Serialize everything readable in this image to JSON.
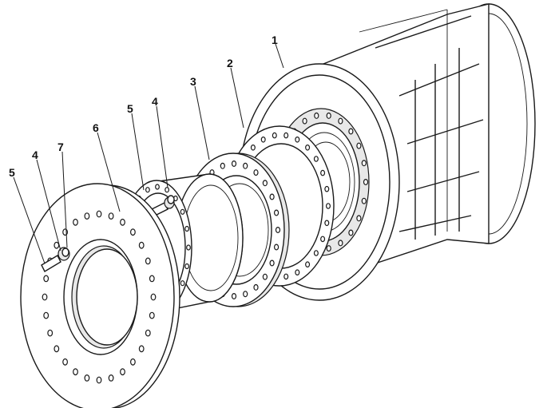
{
  "callouts": [
    {
      "id": "c1",
      "text": "1"
    },
    {
      "id": "c2",
      "text": "2"
    },
    {
      "id": "c3",
      "text": "3"
    },
    {
      "id": "c4a",
      "text": "4"
    },
    {
      "id": "c5a",
      "text": "5"
    },
    {
      "id": "c6",
      "text": "6"
    },
    {
      "id": "c7",
      "text": "7"
    },
    {
      "id": "c4b",
      "text": "4"
    },
    {
      "id": "c5b",
      "text": "5"
    }
  ]
}
